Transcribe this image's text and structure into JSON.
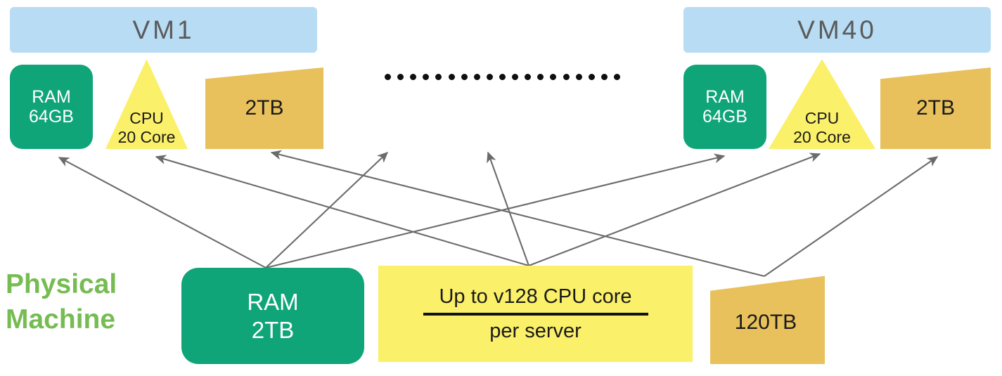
{
  "diagram": {
    "title_left": "VM1",
    "title_right": "VM40",
    "physical_label_line1": "Physical",
    "physical_label_line2": "Machine",
    "colors": {
      "vm_header": "#b7dcf4",
      "ram_green": "#0fa578",
      "cpu_yellow": "#fbf06a",
      "storage_gold": "#e8c15c",
      "physical_label_green": "#76bc52",
      "arrow_gray": "#6b6b6b",
      "dot_black": "#100f0d",
      "vm_title_text": "#5a5a5a"
    },
    "ellipsis_dot_count": 19,
    "vm_left": {
      "header": "VM1",
      "ram": {
        "line1": "RAM",
        "line2": "64GB"
      },
      "cpu": {
        "line1": "CPU",
        "line2": "20 Core"
      },
      "storage": {
        "label": "2TB"
      }
    },
    "vm_right": {
      "header": "VM40",
      "ram": {
        "line1": "RAM",
        "line2": "64GB"
      },
      "cpu": {
        "line1": "CPU",
        "line2": "20 Core"
      },
      "storage": {
        "label": "2TB"
      }
    },
    "physical": {
      "ram": {
        "line1": "RAM",
        "line2": "2TB"
      },
      "cpu": {
        "numerator": "Up to v128 CPU core",
        "denominator": "per server"
      },
      "storage": {
        "label": "120TB"
      }
    }
  }
}
